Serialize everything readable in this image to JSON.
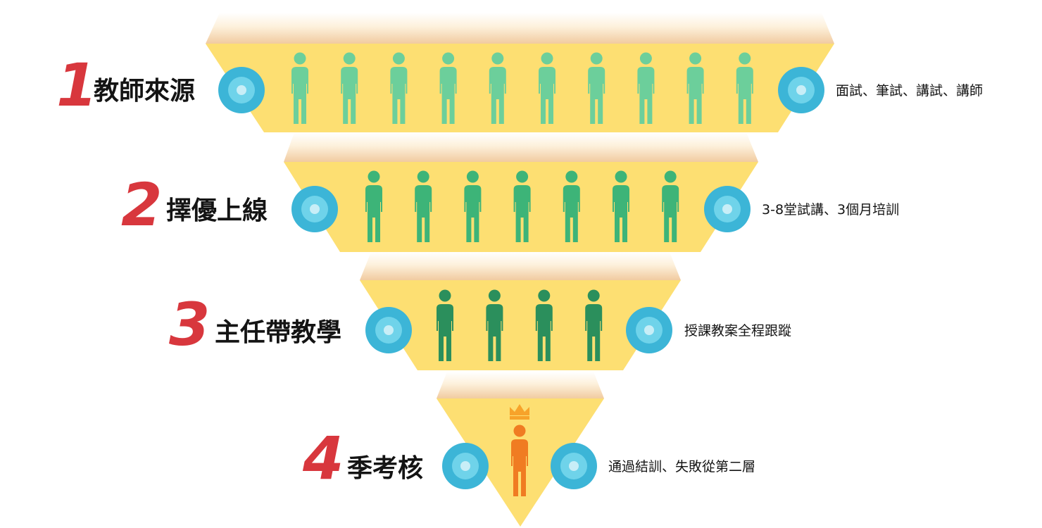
{
  "colors": {
    "band_fill": "#fddf72",
    "band_top_light": "#fef2d2",
    "band_top_dark": "#f2cfa6",
    "circle_outer": "#3cb5d7",
    "circle_inner": "#6fd3ea",
    "circle_dot": "#c8eef7",
    "number_red": "#d8373d",
    "leader_crown": "#f7a32a",
    "leader_person": "#f07c22"
  },
  "levels": [
    {
      "number": "1",
      "title": "教師來源",
      "description": "面試、筆試、講試、講師",
      "person_count": 10,
      "person_color": "#6ccf9b"
    },
    {
      "number": "2",
      "title": "擇優上線",
      "description": "3-8堂試講、3個月培訓",
      "person_count": 7,
      "person_color": "#3db478"
    },
    {
      "number": "3",
      "title": "主任帶教學",
      "description": "授課教案全程跟蹤",
      "person_count": 4,
      "person_color": "#2b8f5c"
    },
    {
      "number": "4",
      "title": "季考核",
      "description": "通過結訓、失敗從第二層",
      "person_count": 1,
      "person_color": "#f07c22",
      "crown": true
    }
  ]
}
